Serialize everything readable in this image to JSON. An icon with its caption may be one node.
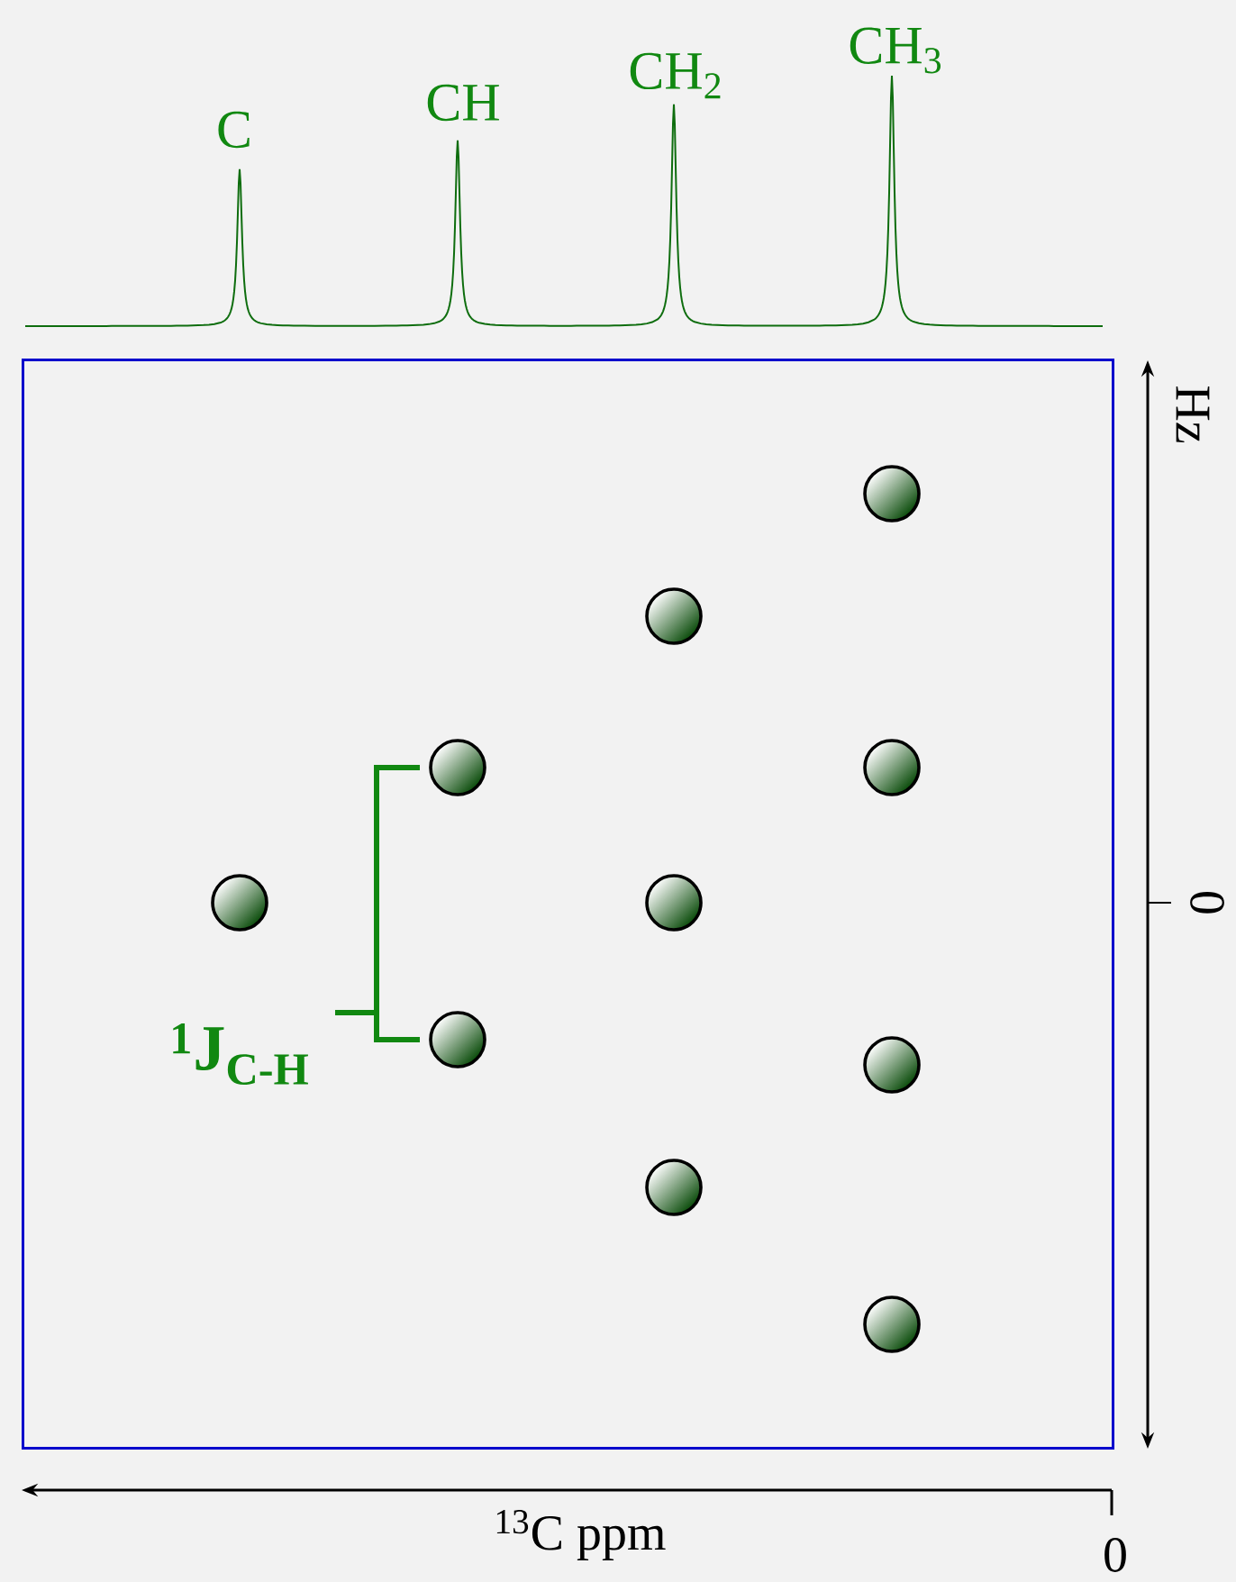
{
  "diagram": {
    "nodes": [
      {
        "text": [],
        "shape": "box"
      },
      {
        "text": [],
        "shape": "circle",
        "in": 0
      },
      {
        "text": [],
        "shape": "circle",
        "in": 0
      },
      {
        "text": [],
        "shape": "circle",
        "in": 0
      },
      {
        "text": [],
        "shape": "circle",
        "in": 0
      },
      {
        "text": [],
        "shape": "circle",
        "in": 0
      },
      {
        "text": [],
        "shape": "circle",
        "in": 0
      },
      {
        "text": [],
        "shape": "circle",
        "in": 0
      },
      {
        "text": [],
        "shape": "circle",
        "in": 0
      },
      {
        "text": [],
        "shape": "circle",
        "in": 0
      },
      {
        "text": [],
        "shape": "circle",
        "in": 0
      }
    ],
    "labels": [
      "C",
      "CH",
      "CH$_{2}$",
      "CH$_{3}$",
      "Hz",
      "0",
      "$^{1}$J$_{C-H}$",
      "$^{13}$C ppm",
      "0"
    ]
  }
}
